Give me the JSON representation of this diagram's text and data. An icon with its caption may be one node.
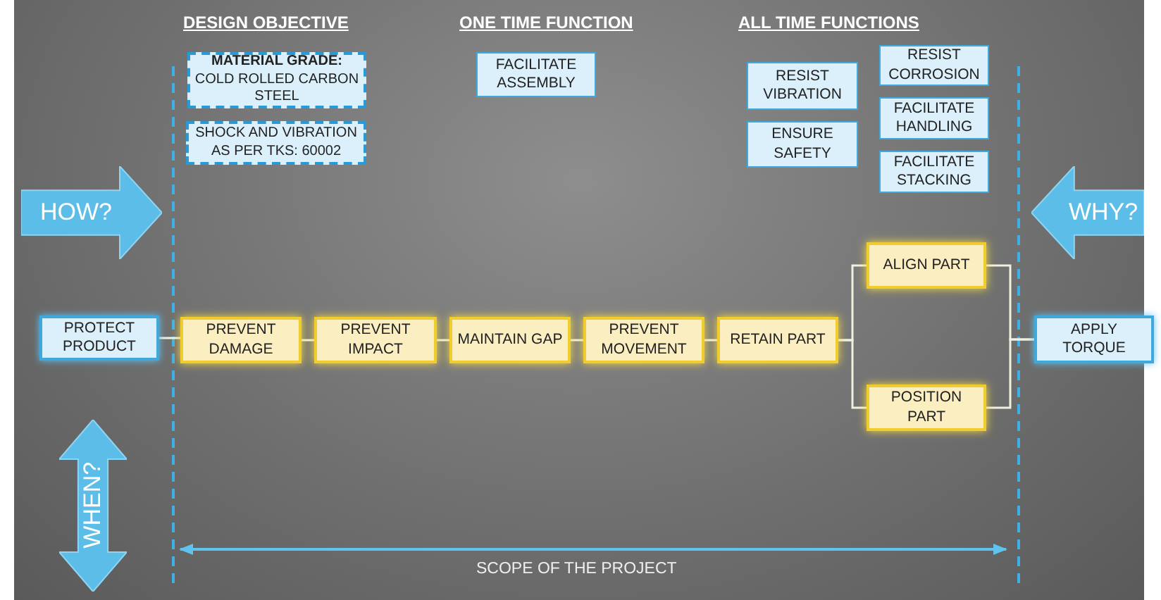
{
  "diagram": {
    "nodes": [
      {
        "text": [
          "**MATERIAL GRADE:** COLD ROLLED CARBON STEEL"
        ]
      },
      {
        "text": [
          "SHOCK AND VIBRATION AS PER TKS: 60002"
        ]
      },
      {
        "text": [
          "FACILITATE ASSEMBLY"
        ]
      },
      {
        "text": [
          "RESIST VIBRATION"
        ]
      },
      {
        "text": [
          "ENSURE SAFETY"
        ]
      },
      {
        "text": [
          "RESIST CORROSION"
        ]
      },
      {
        "text": [
          "FACILITATE HANDLING"
        ]
      },
      {
        "text": [
          "FACILITATE STACKING"
        ]
      },
      {
        "text": [
          "HOW?"
        ]
      },
      {
        "text": [
          "WHY?"
        ]
      },
      {
        "text": [
          "WHEN?"
        ]
      },
      {
        "text": [
          "PROTECT PRODUCT"
        ]
      },
      {
        "text": [
          "PREVENT DAMAGE"
        ]
      },
      {
        "text": [
          "PREVENT IMPACT"
        ]
      },
      {
        "text": [
          "MAINTAIN GAP"
        ]
      },
      {
        "text": [
          "PREVENT MOVEMENT"
        ]
      },
      {
        "text": [
          "RETAIN PART"
        ]
      },
      {
        "text": [
          "ALIGN PART"
        ]
      },
      {
        "text": [
          "POSITION PART"
        ]
      },
      {
        "text": [
          "APPLY TORQUE"
        ]
      }
    ],
    "edges": [
      {
        "from": 11,
        "to": 12,
        "arrow": "none"
      },
      {
        "from": 12,
        "to": 13,
        "arrow": "none"
      },
      {
        "from": 13,
        "to": 14,
        "arrow": "none"
      },
      {
        "from": 14,
        "to": 15,
        "arrow": "none"
      },
      {
        "from": 15,
        "to": 16,
        "arrow": "none"
      },
      {
        "from": 16,
        "to": 17,
        "arrow": "none"
      },
      {
        "from": 16,
        "to": 18,
        "arrow": "none"
      },
      {
        "from": 17,
        "to": 19,
        "arrow": "none"
      },
      {
        "from": 18,
        "to": 19,
        "arrow": "none"
      }
    ],
    "labels": [
      "DESIGN OBJECTIVE",
      "ONE TIME FUNCTION",
      "ALL TIME FUNCTIONS",
      "SCOPE OF THE PROJECT"
    ]
  }
}
